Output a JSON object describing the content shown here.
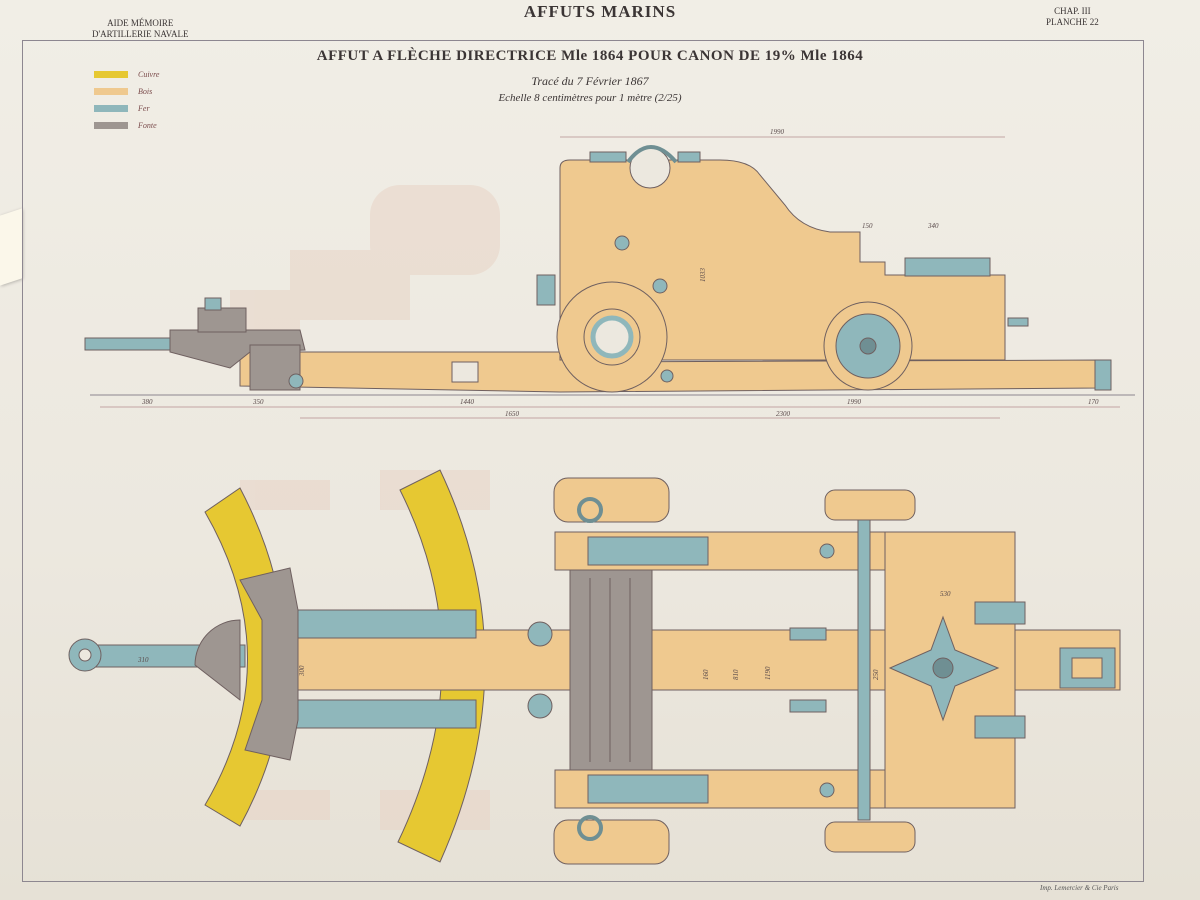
{
  "header": {
    "title": "AFFUTS MARINS",
    "left_line1": "AIDE MÉMOIRE",
    "left_line2": "D'ARTILLERIE NAVALE",
    "right_line1": "CHAP. III",
    "right_line2": "PLANCHE 22"
  },
  "drawing": {
    "title": "AFFUT A FLÈCHE DIRECTRICE Mle 1864 POUR CANON DE 19% Mle 1864",
    "subtitle_date": "Tracé du 7 Février 1867",
    "subtitle_scale": "Echelle 8 centimètres pour 1 mètre (2/25)"
  },
  "legend": [
    {
      "label": "Cuivre",
      "color": "#e6c832"
    },
    {
      "label": "Bois",
      "color": "#efc98f"
    },
    {
      "label": "Fer",
      "color": "#8fb7bb"
    },
    {
      "label": "Fonte",
      "color": "#9e9691"
    }
  ],
  "colors": {
    "cuivre": "#e6c832",
    "bois": "#efc98f",
    "fer": "#8fb7bb",
    "fonte": "#9e9691",
    "ink": "#6f6060"
  },
  "dimensions": {
    "d1990_top": "1990",
    "d150": "150",
    "d340": "340",
    "d1033": "1033",
    "d380": "380",
    "d350": "350",
    "d1440": "1440",
    "d1650": "1650",
    "d2300": "2300",
    "d1990_bot": "1990",
    "d170": "170",
    "d310": "310",
    "d300": "300",
    "d530": "530",
    "d1190": "1190",
    "d810": "810",
    "d160": "160",
    "d250": "250"
  },
  "footer": {
    "printer": "Imp. Lemercier & Cie Paris"
  }
}
